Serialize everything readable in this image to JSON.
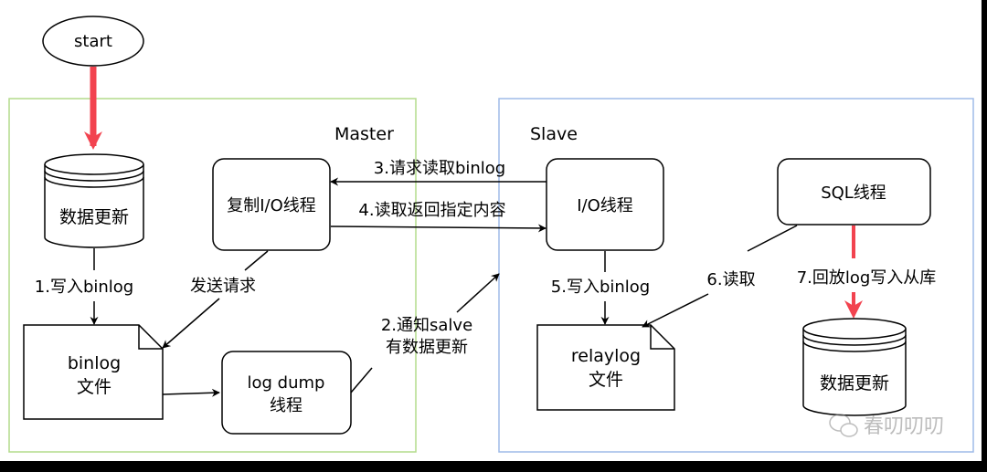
{
  "nodes": {
    "start": "start",
    "master_data_update": "数据更新",
    "binlog_file": [
      "binlog",
      "文件"
    ],
    "copy_io_thread": "复制I/O线程",
    "log_dump_thread": [
      "log dump",
      "线程"
    ],
    "slave_io_thread": "I/O线程",
    "relaylog_file": [
      "relaylog",
      "文件"
    ],
    "sql_thread": "SQL线程",
    "slave_data_update": "数据更新"
  },
  "groups": {
    "master": "Master",
    "slave": "Slave"
  },
  "edges": {
    "write_binlog": "1.写入binlog",
    "send_request": "发送请求",
    "notify_slave": [
      "2.通知salve",
      "有数据更新"
    ],
    "request_read_binlog": "3.请求读取binlog",
    "read_return_content": "4.读取返回指定内容",
    "write_relay_binlog": "5.写入binlog",
    "read": "6.读取",
    "replay_log": "7.回放log写入从库"
  },
  "watermark": "春叨叨叨",
  "colors": {
    "master_border": "#b3dc8c",
    "slave_border": "#9fbbe8",
    "highlight_arrow": "#f2434f",
    "line": "#000000"
  }
}
